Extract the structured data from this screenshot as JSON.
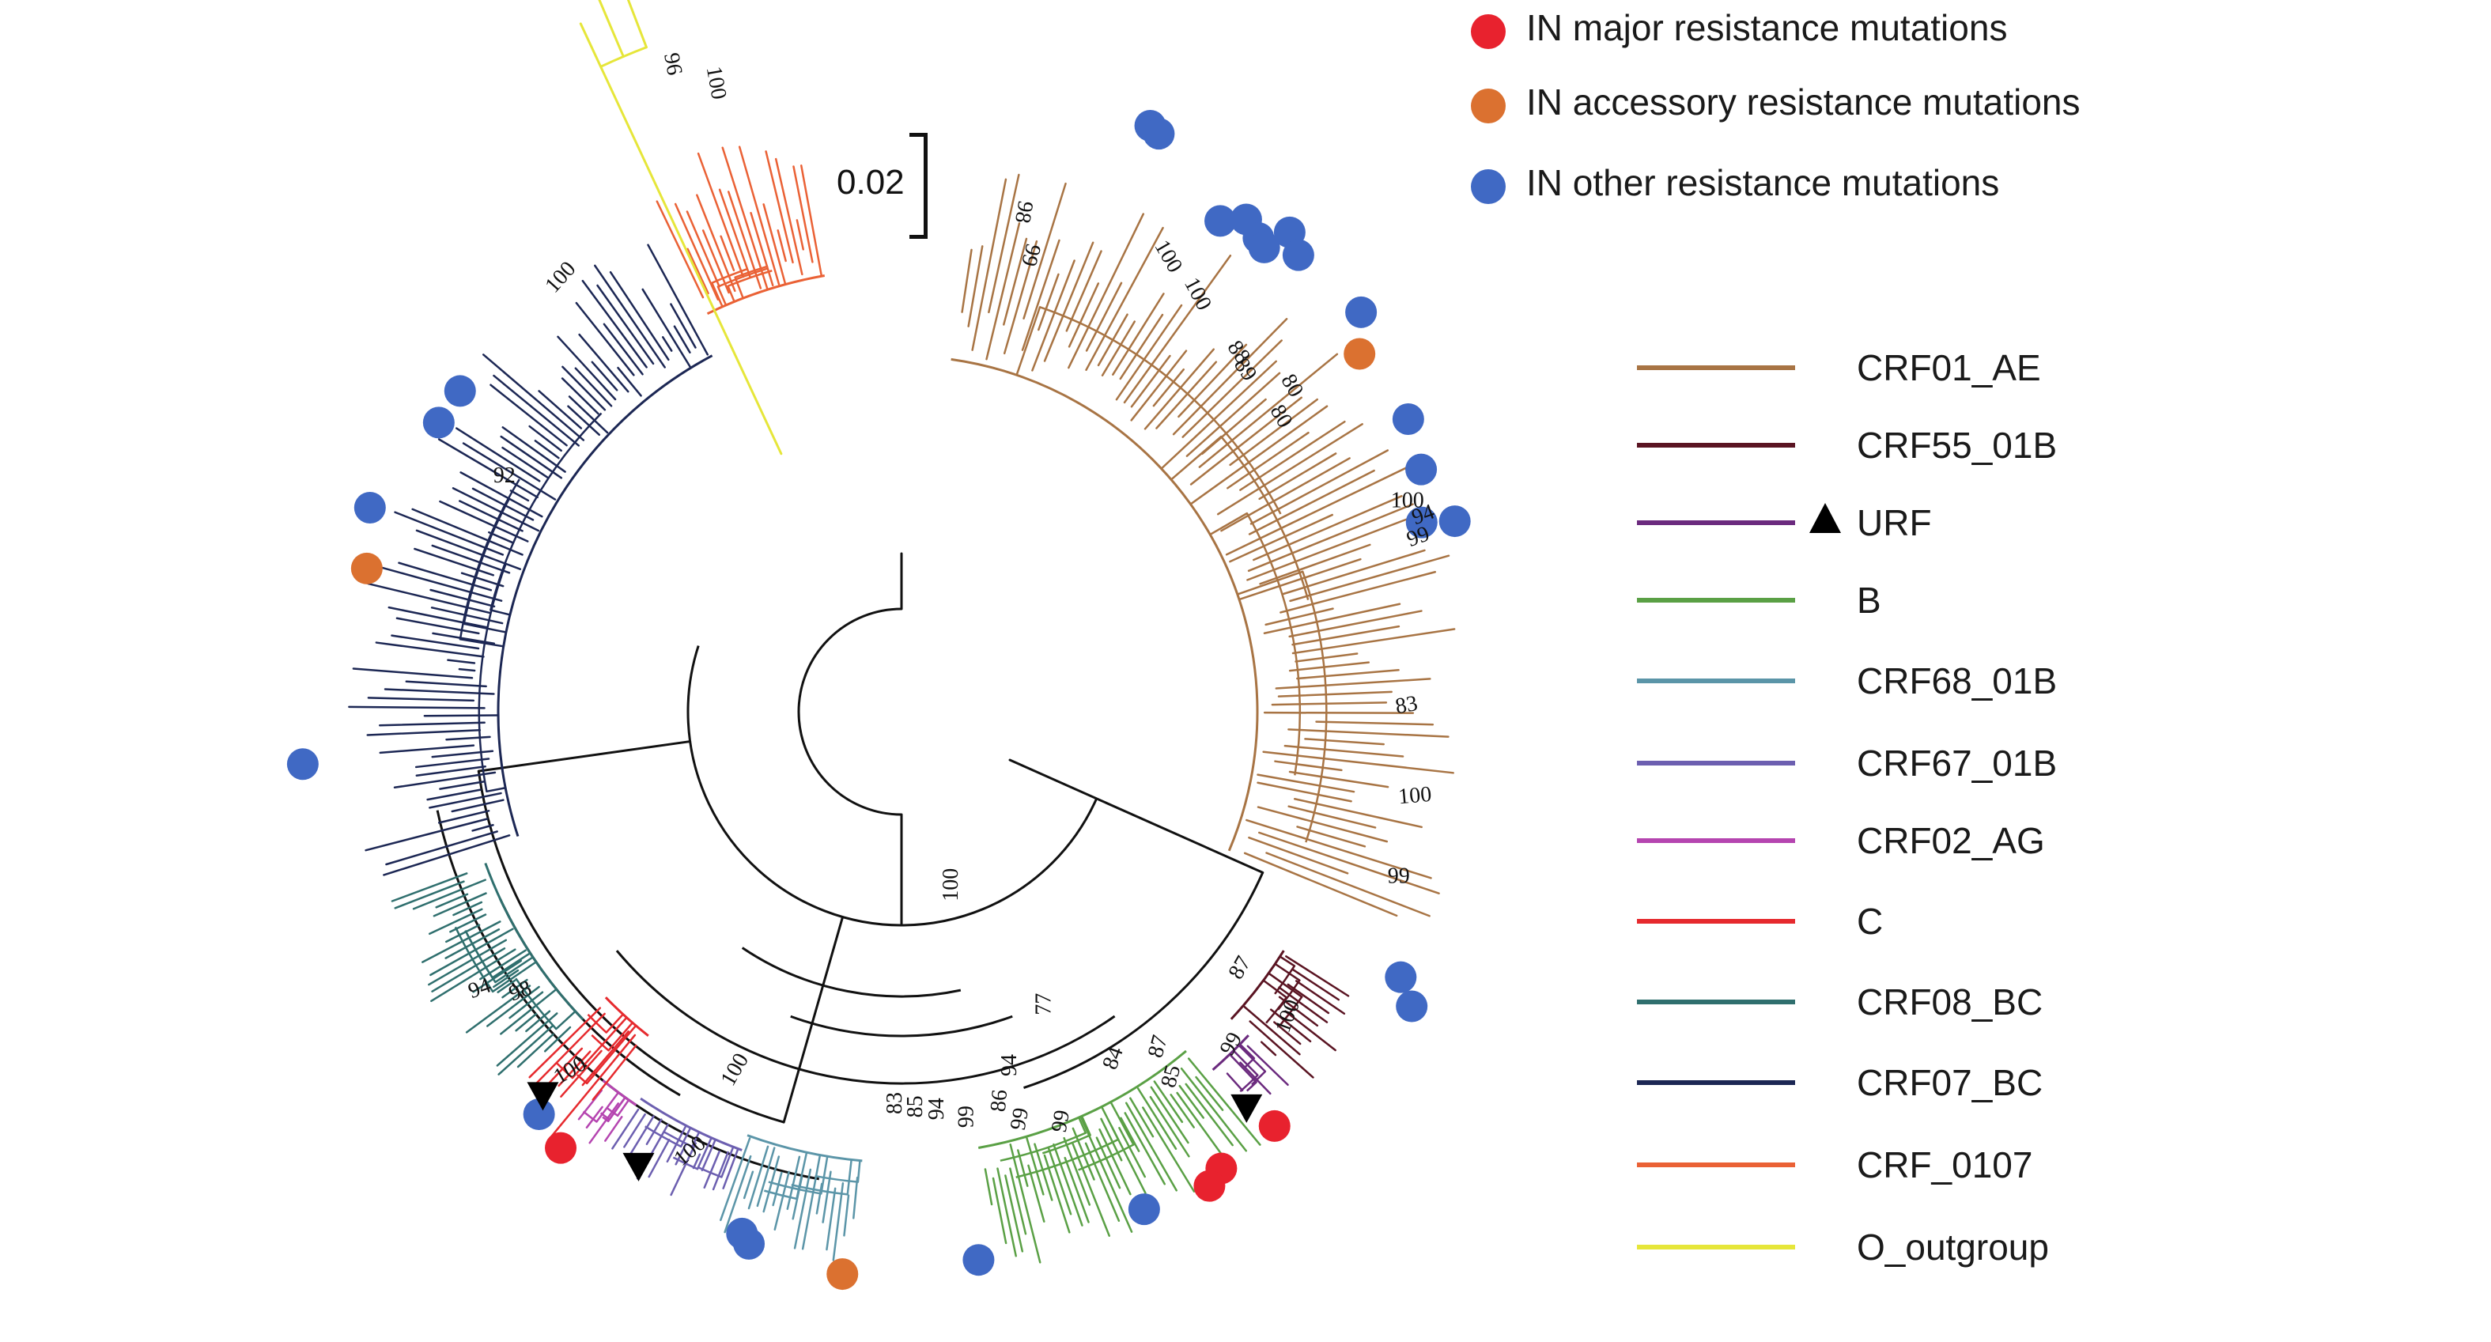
{
  "mutation_legend": [
    {
      "label": "IN major resistance mutations",
      "color": "#e8222e"
    },
    {
      "label": "IN accessory resistance mutations",
      "color": "#db7130"
    },
    {
      "label": "IN other resistance mutations",
      "color": "#4069c4"
    }
  ],
  "clade_legend": [
    {
      "label": "CRF01_AE",
      "color": "#a87444"
    },
    {
      "label": "CRF55_01B",
      "color": "#5a1422"
    },
    {
      "label": "URF",
      "color": "#6b2a7e",
      "marker": "triangle"
    },
    {
      "label": "B",
      "color": "#5aa045"
    },
    {
      "label": "CRF68_01B",
      "color": "#5b95a8"
    },
    {
      "label": "CRF67_01B",
      "color": "#6c5fb0"
    },
    {
      "label": "CRF02_AG",
      "color": "#b545b0"
    },
    {
      "label": "C",
      "color": "#e62a2e"
    },
    {
      "label": "CRF08_BC",
      "color": "#2f6f6e"
    },
    {
      "label": "CRF07_BC",
      "color": "#1c2754"
    },
    {
      "label": "CRF_0107",
      "color": "#ea6135"
    },
    {
      "label": "O_outgroup",
      "color": "#e6e63a"
    }
  ],
  "scale_bar": {
    "label": "0.02"
  },
  "bootstrap_labels": [
    {
      "text": "96"
    },
    {
      "text": "100"
    },
    {
      "text": "100"
    },
    {
      "text": "98"
    },
    {
      "text": "99"
    },
    {
      "text": "100"
    },
    {
      "text": "100"
    },
    {
      "text": "88"
    },
    {
      "text": "89"
    },
    {
      "text": "80"
    },
    {
      "text": "80"
    },
    {
      "text": "100"
    },
    {
      "text": "94"
    },
    {
      "text": "99"
    },
    {
      "text": "83"
    },
    {
      "text": "100"
    },
    {
      "text": "99"
    },
    {
      "text": "87"
    },
    {
      "text": "100"
    },
    {
      "text": "99"
    },
    {
      "text": "87"
    },
    {
      "text": "85"
    },
    {
      "text": "84"
    },
    {
      "text": "99"
    },
    {
      "text": "99"
    },
    {
      "text": "94"
    },
    {
      "text": "86"
    },
    {
      "text": "99"
    },
    {
      "text": "94"
    },
    {
      "text": "85"
    },
    {
      "text": "83"
    },
    {
      "text": "77"
    },
    {
      "text": "100"
    },
    {
      "text": "100"
    },
    {
      "text": "100"
    },
    {
      "text": "100"
    },
    {
      "text": "98"
    },
    {
      "text": "94"
    },
    {
      "text": "92"
    }
  ],
  "mutation_markers": [
    {
      "type": "other",
      "color": "#4069c4"
    },
    {
      "type": "other",
      "color": "#4069c4"
    },
    {
      "type": "other",
      "color": "#4069c4"
    },
    {
      "type": "other",
      "color": "#4069c4"
    },
    {
      "type": "other",
      "color": "#4069c4"
    },
    {
      "type": "other",
      "color": "#4069c4"
    },
    {
      "type": "other",
      "color": "#4069c4"
    },
    {
      "type": "other",
      "color": "#4069c4"
    },
    {
      "type": "other",
      "color": "#4069c4"
    },
    {
      "type": "accessory",
      "color": "#db7130"
    },
    {
      "type": "other",
      "color": "#4069c4"
    },
    {
      "type": "other",
      "color": "#4069c4"
    },
    {
      "type": "other",
      "color": "#4069c4"
    },
    {
      "type": "other",
      "color": "#4069c4"
    },
    {
      "type": "other",
      "color": "#4069c4"
    },
    {
      "type": "other",
      "color": "#4069c4"
    },
    {
      "type": "major",
      "color": "#e8222e"
    },
    {
      "type": "major",
      "color": "#e8222e"
    },
    {
      "type": "major",
      "color": "#e8222e"
    },
    {
      "type": "other",
      "color": "#4069c4"
    },
    {
      "type": "other",
      "color": "#4069c4"
    },
    {
      "type": "accessory",
      "color": "#db7130"
    },
    {
      "type": "other",
      "color": "#4069c4"
    },
    {
      "type": "other",
      "color": "#4069c4"
    },
    {
      "type": "other",
      "color": "#4069c4"
    },
    {
      "type": "major",
      "color": "#e8222e"
    },
    {
      "type": "other",
      "color": "#4069c4"
    },
    {
      "type": "accessory",
      "color": "#db7130"
    },
    {
      "type": "other",
      "color": "#4069c4"
    },
    {
      "type": "other",
      "color": "#4069c4"
    },
    {
      "type": "other",
      "color": "#4069c4"
    }
  ],
  "urf_markers": [
    {
      "type": "URF"
    },
    {
      "type": "URF"
    },
    {
      "type": "URF"
    }
  ]
}
